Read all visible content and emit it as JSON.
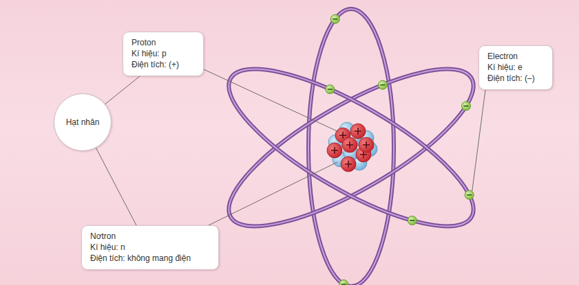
{
  "diagram": {
    "nodes": [
      {
        "text": [
          "Hạt nhân"
        ]
      },
      {
        "text": [
          "Proton",
          "Kí hiệu: p",
          "Điện tích: (+)"
        ]
      },
      {
        "text": [
          "Nơtron",
          "Kí hiệu: n",
          "Điện tích: không mang điện"
        ]
      },
      {
        "text": [
          "Electron",
          "Kí hiệu: e",
          "Điện tích: (–)"
        ]
      }
    ],
    "edges": [
      {
        "from": 0,
        "to": 1,
        "arrow": "none"
      },
      {
        "from": 0,
        "to": 2,
        "arrow": "none"
      }
    ]
  }
}
